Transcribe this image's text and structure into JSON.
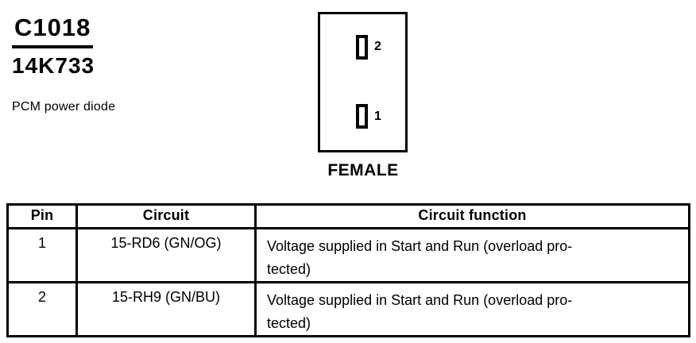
{
  "header": {
    "connector_id": "C1018",
    "part_number": "14K733",
    "description": "PCM power diode"
  },
  "connector": {
    "gender_label": "FEMALE",
    "cavities": [
      {
        "number": "2"
      },
      {
        "number": "1"
      }
    ]
  },
  "pinout_table": {
    "columns": [
      "Pin",
      "Circuit",
      "Circuit function"
    ],
    "rows": [
      {
        "pin": "1",
        "circuit": "15-RD6 (GN/OG)",
        "function": "Voltage supplied in Start and Run (overload pro-\ntected)"
      },
      {
        "pin": "2",
        "circuit": "15-RH9 (GN/BU)",
        "function": "Voltage supplied in Start and Run (overload pro-\ntected)"
      }
    ]
  },
  "colors": {
    "ink": "#000000",
    "paper": "#ffffff"
  }
}
